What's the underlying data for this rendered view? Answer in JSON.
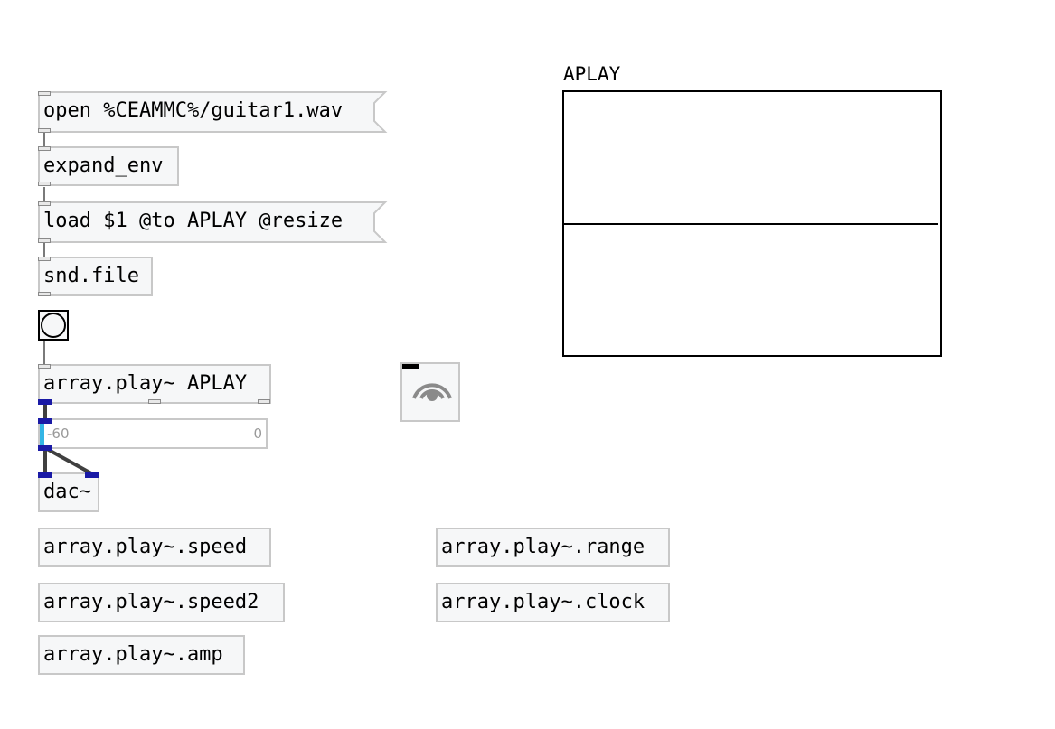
{
  "patch": {
    "msg_open": "open %CEAMMC%/guitar1.wav",
    "obj_expand": "expand_env",
    "msg_load": "load $1 @to APLAY @resize",
    "obj_sndfile": "snd.file",
    "obj_arrayplay": "array.play~ APLAY",
    "obj_dac": "dac~"
  },
  "slider": {
    "min_label": "-60",
    "max_label": "0",
    "value_fraction": 0.02,
    "fill_color": "#33b5e5"
  },
  "array": {
    "name": "APLAY"
  },
  "see_also": [
    "array.play~.speed",
    "array.play~.speed2",
    "array.play~.amp",
    "array.play~.range",
    "array.play~.clock"
  ],
  "dsp": {
    "icon": "speaker-wave-icon"
  }
}
